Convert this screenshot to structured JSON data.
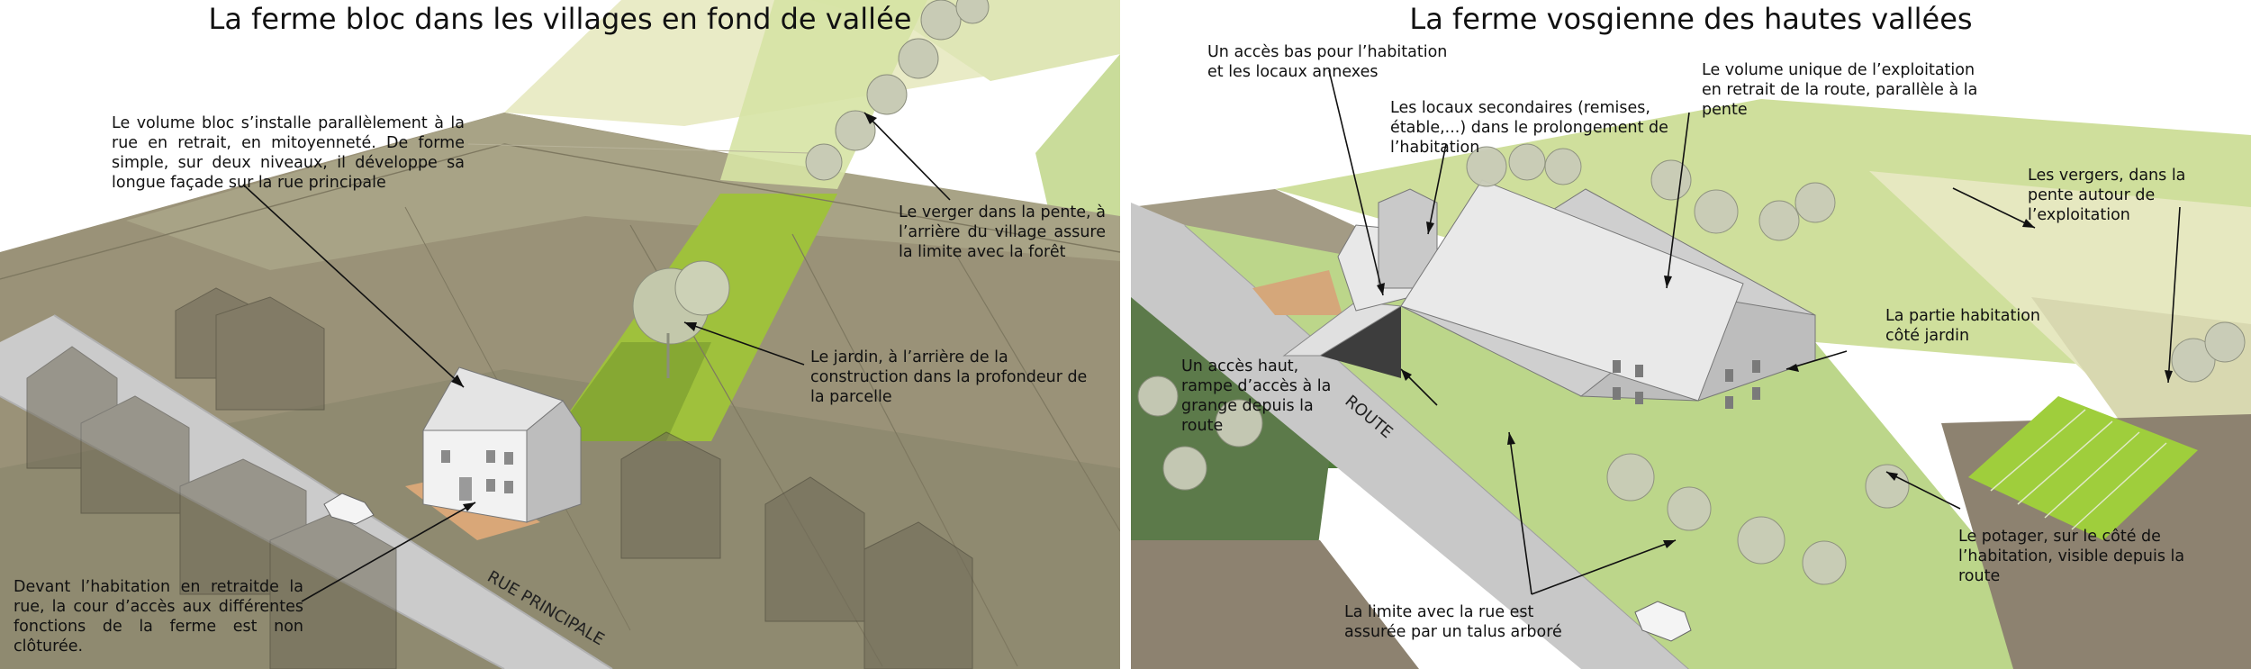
{
  "left": {
    "title": "La ferme bloc dans les villages en fond de vallée",
    "notes": {
      "volume": "Le volume bloc s’installe parallèlement à la rue en retrait, en mitoyenneté. De forme simple, sur deux niveaux, il développe sa longue façade sur la rue principale",
      "verger": "Le verger dans la pente, à l’arrière du village assure la limite avec la forêt",
      "jardin": "Le jardin, à l’arrière de la construction dans la profondeur de la parcelle",
      "devant": "Devant l’habitation en retraitde la rue, la cour d’accès aux différentes fonctions de la ferme est non clôturée."
    },
    "road_label": "RUE PRINCIPALE"
  },
  "right": {
    "title": "La ferme vosgienne des hautes vallées",
    "notes": {
      "acces_bas": "Un accès bas pour l’habitation et les locaux annexes",
      "locaux": "Les locaux secondaires (remises, étable,...) dans le prolongement de l’habitation",
      "volume": "Le volume unique de l’exploitation en retrait de la route, parallèle à la pente",
      "vergers": "Les vergers, dans la pente autour de l’exploitation",
      "habitation": "La partie habitation côté jardin",
      "acces_haut": "Un accès haut, rampe d’accès à la grange depuis la route",
      "potager": "Le potager, sur le côté de l’habitation, visible depuis la route",
      "limite": "La limite avec la rue est assurée par un talus arboré"
    },
    "road_label": "ROUTE"
  }
}
